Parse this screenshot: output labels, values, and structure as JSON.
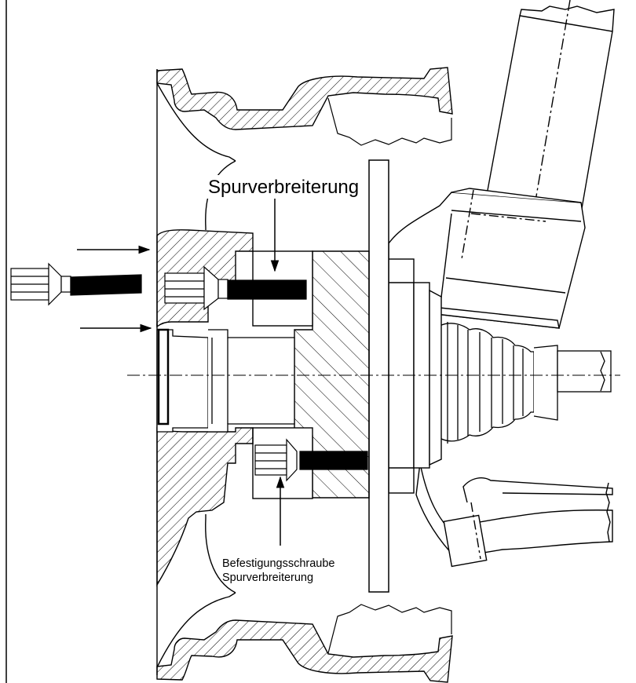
{
  "labels": {
    "spacer": "Spurverbreiterung",
    "fastening_line1": "Befestigungsschraube",
    "fastening_line2": "Spurverbreiterung"
  },
  "colors": {
    "line": "#000000",
    "background": "#ffffff"
  }
}
